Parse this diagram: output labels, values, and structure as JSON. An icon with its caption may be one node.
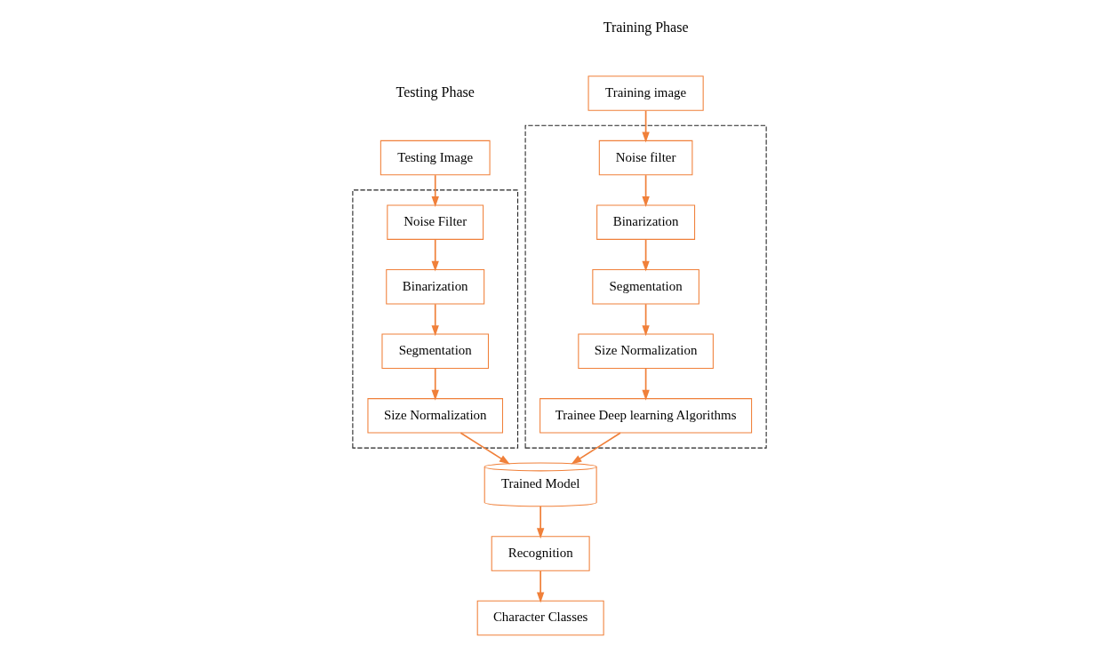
{
  "diagram": {
    "nodes": [
      {
        "text": [
          "Training image"
        ]
      },
      {
        "text": [],
        "shape": "box"
      },
      {
        "text": [
          "Noise filter"
        ],
        "in": 1
      },
      {
        "text": [
          "Binarization"
        ],
        "in": 1
      },
      {
        "text": [
          "Segmentation"
        ],
        "in": 1
      },
      {
        "text": [
          "Size Normalization"
        ],
        "in": 1
      },
      {
        "text": [
          "Trainee Deep learning Algorithms"
        ],
        "in": 1
      },
      {
        "text": [
          "Testing Image"
        ]
      },
      {
        "text": [],
        "shape": "box"
      },
      {
        "text": [
          "Noise Filter"
        ],
        "in": 8
      },
      {
        "text": [
          "Binarization"
        ],
        "in": 8
      },
      {
        "text": [
          "Segmentation"
        ],
        "in": 8
      },
      {
        "text": [
          "Size Normalization"
        ],
        "in": 8
      },
      {
        "text": [
          "Trained Model"
        ]
      },
      {
        "text": [
          "Recognition"
        ]
      },
      {
        "text": [
          "Character Classes"
        ]
      }
    ],
    "edges": [
      {
        "from": 0,
        "to": 2,
        "arrow": "to"
      },
      {
        "from": 2,
        "to": 3,
        "arrow": "to"
      },
      {
        "from": 3,
        "to": 4,
        "arrow": "to"
      },
      {
        "from": 4,
        "to": 5,
        "arrow": "to"
      },
      {
        "from": 5,
        "to": 6,
        "arrow": "to"
      },
      {
        "from": 6,
        "to": 13,
        "arrow": "to"
      },
      {
        "from": 7,
        "to": 9,
        "arrow": "to"
      },
      {
        "from": 9,
        "to": 10,
        "arrow": "to"
      },
      {
        "from": 10,
        "to": 11,
        "arrow": "to"
      },
      {
        "from": 11,
        "to": 12,
        "arrow": "to"
      },
      {
        "from": 12,
        "to": 13,
        "arrow": "to"
      },
      {
        "from": 13,
        "to": 14,
        "arrow": "to"
      },
      {
        "from": 14,
        "to": 15,
        "arrow": "to"
      }
    ],
    "labels": [
      "Training Phase",
      "Testing Phase"
    ]
  }
}
